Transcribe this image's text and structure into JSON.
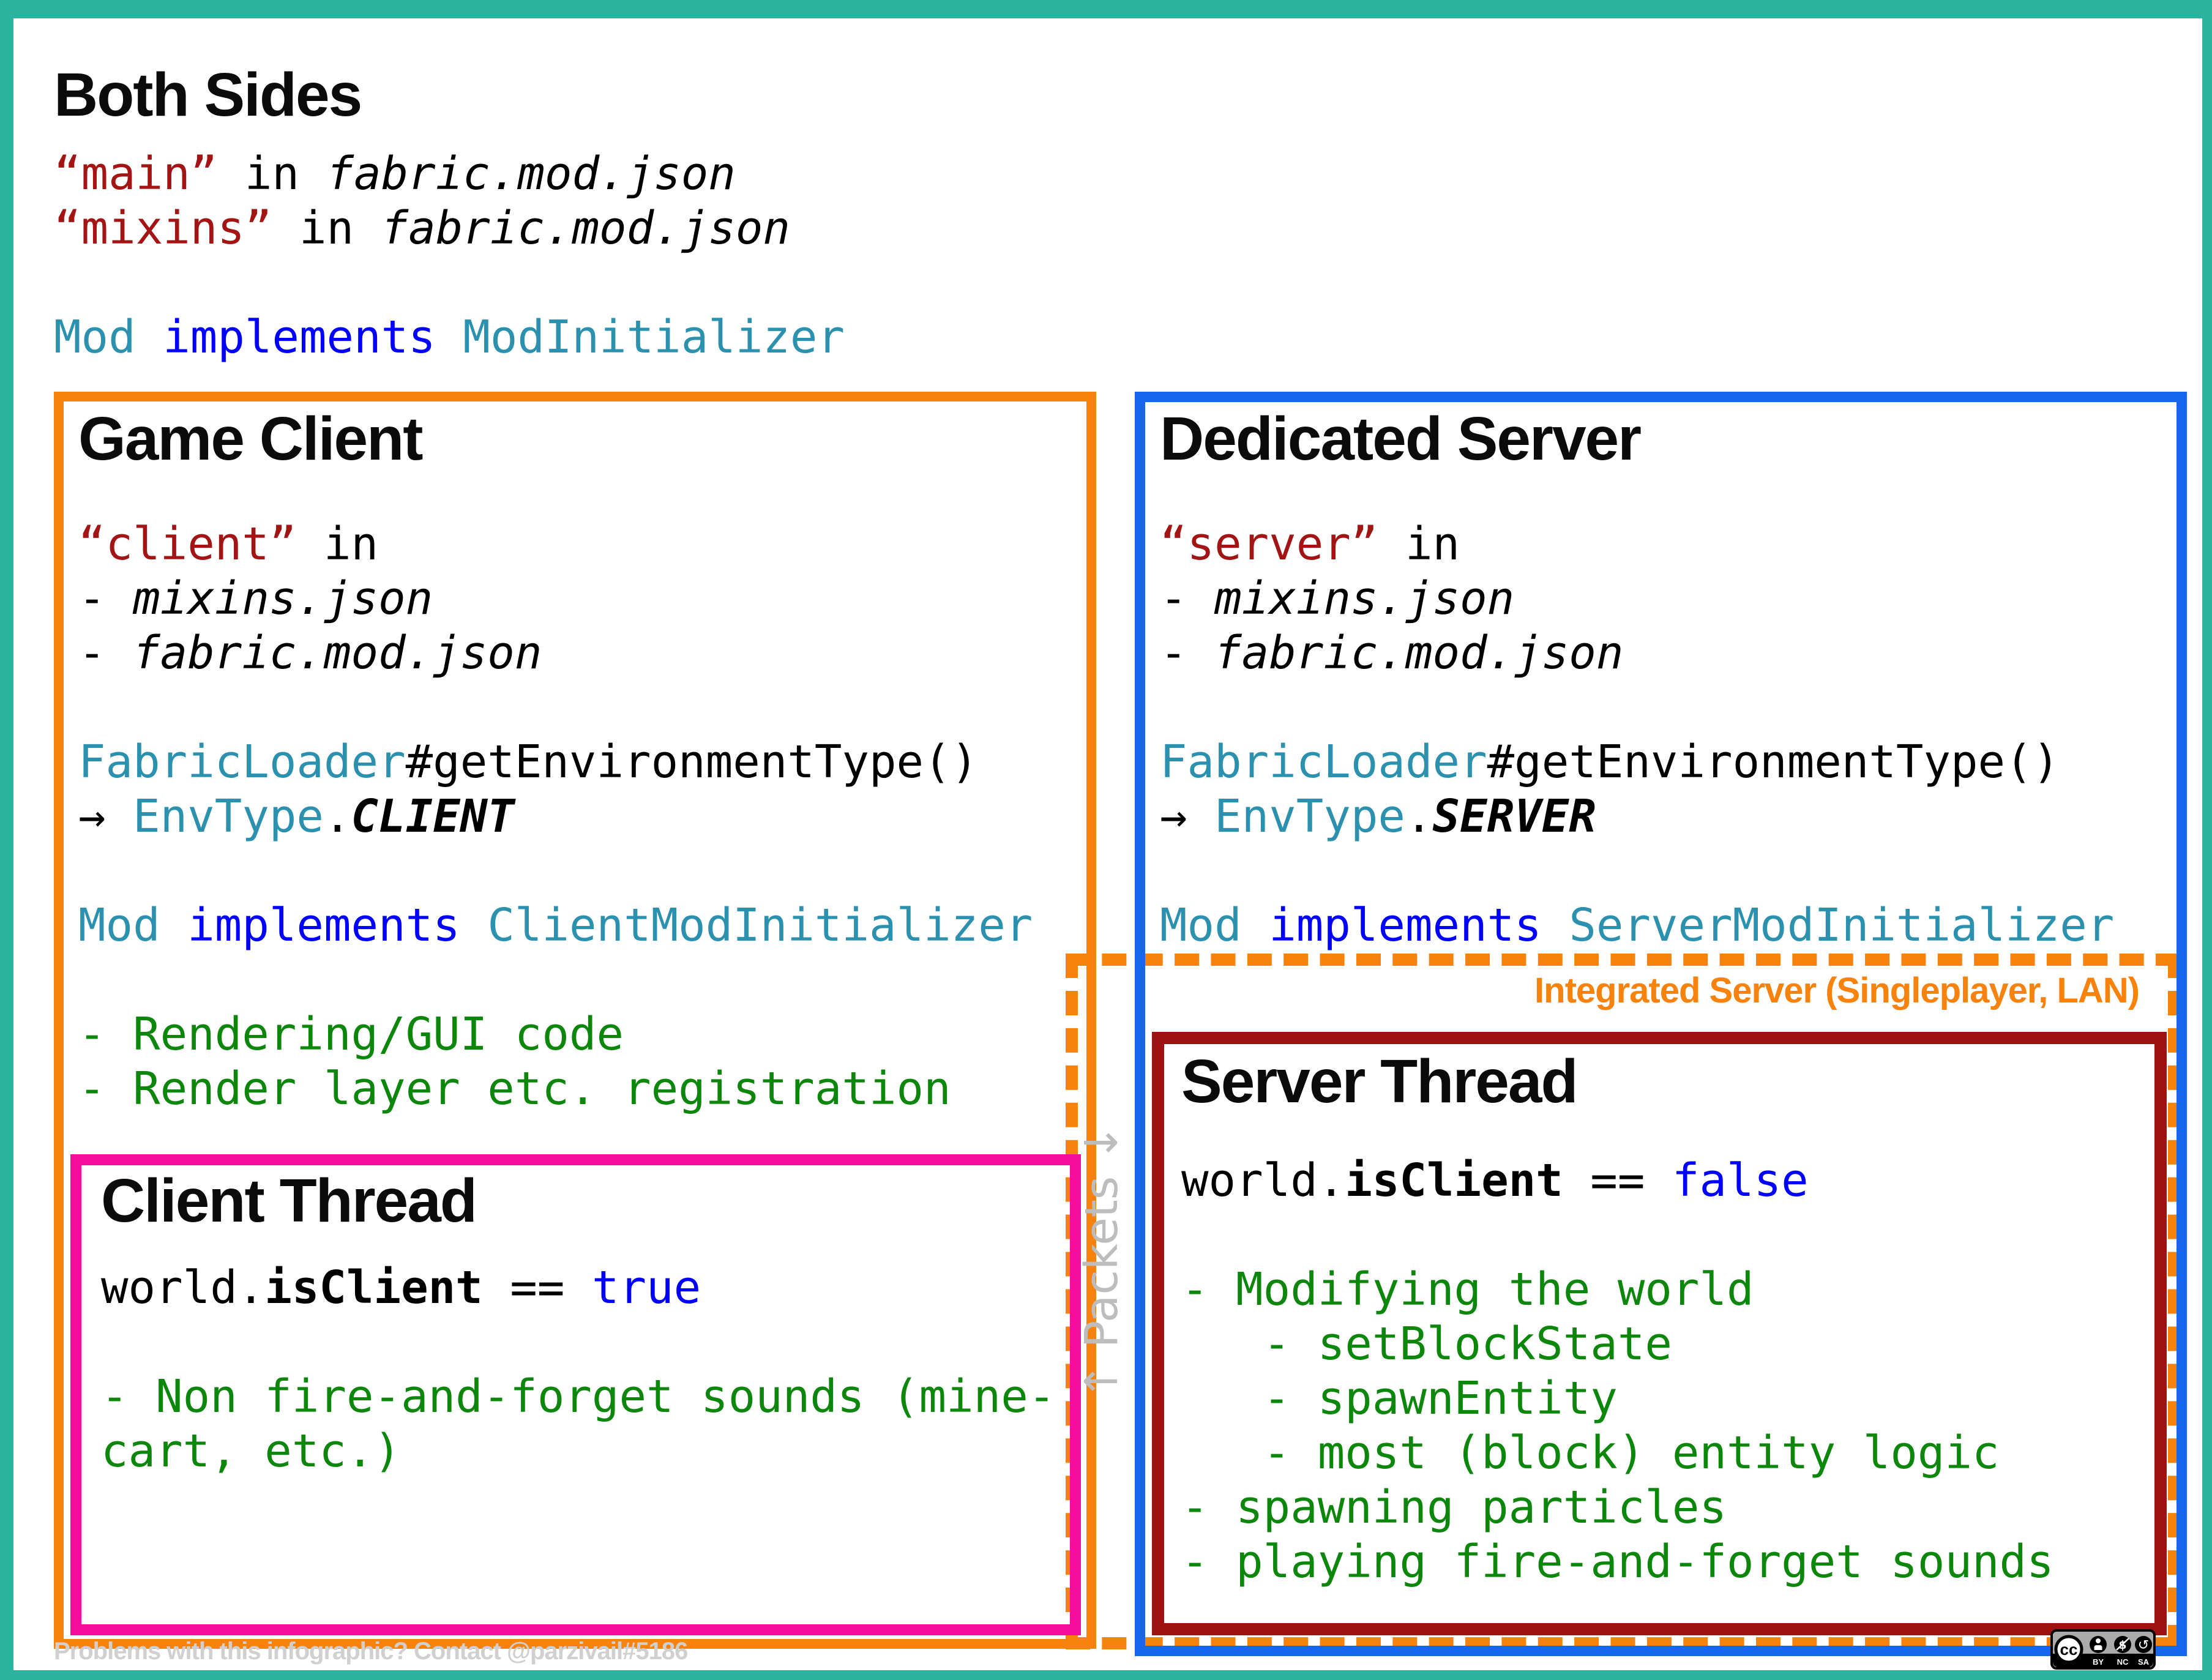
{
  "header": {
    "title": "Both Sides",
    "code": [
      [
        {
          "t": "“main”",
          "cls": "str"
        },
        {
          "t": " in ",
          "cls": ""
        },
        {
          "t": "fabric.mod.json",
          "cls": "it"
        }
      ],
      [
        {
          "t": "“mixins”",
          "cls": "str"
        },
        {
          "t": " in ",
          "cls": ""
        },
        {
          "t": "fabric.mod.json",
          "cls": "it"
        }
      ],
      [],
      [
        {
          "t": "Mod",
          "cls": "type"
        },
        {
          "t": " ",
          "cls": ""
        },
        {
          "t": "implements",
          "cls": "kw"
        },
        {
          "t": " ",
          "cls": ""
        },
        {
          "t": "ModInitializer",
          "cls": "type"
        }
      ]
    ]
  },
  "game_client": {
    "title": "Game Client",
    "code": [
      [
        {
          "t": "“client”",
          "cls": "str"
        },
        {
          "t": " in",
          "cls": ""
        }
      ],
      [
        {
          "t": "- ",
          "cls": ""
        },
        {
          "t": "mixins.json",
          "cls": "it"
        }
      ],
      [
        {
          "t": "- ",
          "cls": ""
        },
        {
          "t": "fabric.mod.json",
          "cls": "it"
        }
      ],
      [],
      [
        {
          "t": "FabricLoader",
          "cls": "type"
        },
        {
          "t": "#getEnvironmentType()",
          "cls": ""
        }
      ],
      [
        {
          "t": "→ ",
          "cls": ""
        },
        {
          "t": "EnvType",
          "cls": "type"
        },
        {
          "t": ".",
          "cls": ""
        },
        {
          "t": "CLIENT",
          "cls": "bi"
        }
      ],
      [],
      [
        {
          "t": "Mod",
          "cls": "type"
        },
        {
          "t": " ",
          "cls": ""
        },
        {
          "t": "implements",
          "cls": "kw"
        },
        {
          "t": " ",
          "cls": ""
        },
        {
          "t": "ClientModInitializer",
          "cls": "type"
        }
      ],
      [],
      [
        {
          "t": "- Rendering/GUI code",
          "cls": "grn"
        }
      ],
      [
        {
          "t": "- Render layer etc. registration",
          "cls": "grn"
        }
      ]
    ]
  },
  "client_thread": {
    "title": "Client Thread",
    "code": [
      [
        {
          "t": "world.",
          "cls": ""
        },
        {
          "t": "isClient",
          "cls": "b"
        },
        {
          "t": " == ",
          "cls": ""
        },
        {
          "t": "true",
          "cls": "kw"
        }
      ],
      [],
      [
        {
          "t": "- Non fire-and-forget sounds (mine-",
          "cls": "grn"
        }
      ],
      [
        {
          "t": "cart, etc.)",
          "cls": "grn"
        }
      ]
    ]
  },
  "dedicated_server": {
    "title": "Dedicated Server",
    "code": [
      [
        {
          "t": "“server”",
          "cls": "str"
        },
        {
          "t": " in",
          "cls": ""
        }
      ],
      [
        {
          "t": "- ",
          "cls": ""
        },
        {
          "t": "mixins.json",
          "cls": "it"
        }
      ],
      [
        {
          "t": "- ",
          "cls": ""
        },
        {
          "t": "fabric.mod.json",
          "cls": "it"
        }
      ],
      [],
      [
        {
          "t": "FabricLoader",
          "cls": "type"
        },
        {
          "t": "#getEnvironmentType()",
          "cls": ""
        }
      ],
      [
        {
          "t": "→ ",
          "cls": ""
        },
        {
          "t": "EnvType",
          "cls": "type"
        },
        {
          "t": ".",
          "cls": ""
        },
        {
          "t": "SERVER",
          "cls": "bi"
        }
      ],
      [],
      [
        {
          "t": "Mod",
          "cls": "type"
        },
        {
          "t": " ",
          "cls": ""
        },
        {
          "t": "implements",
          "cls": "kw"
        },
        {
          "t": " ",
          "cls": ""
        },
        {
          "t": "ServerModInitializer",
          "cls": "type"
        }
      ]
    ]
  },
  "integrated_server": {
    "label": "Integrated Server (Singleplayer, LAN)"
  },
  "server_thread": {
    "title": "Server Thread",
    "code": [
      [
        {
          "t": "world.",
          "cls": ""
        },
        {
          "t": "isClient",
          "cls": "b"
        },
        {
          "t": " == ",
          "cls": ""
        },
        {
          "t": "false",
          "cls": "kw"
        }
      ],
      [],
      [
        {
          "t": "- Modifying the world",
          "cls": "grn"
        }
      ],
      [
        {
          "t": "   - setBlockState",
          "cls": "grn"
        }
      ],
      [
        {
          "t": "   - spawnEntity",
          "cls": "grn"
        }
      ],
      [
        {
          "t": "   - most (block) entity logic",
          "cls": "grn"
        }
      ],
      [
        {
          "t": "- spawning particles",
          "cls": "grn"
        }
      ],
      [
        {
          "t": "- playing fire-and-forget sounds",
          "cls": "grn"
        }
      ]
    ]
  },
  "packets_label": "↑ Packets ↓",
  "footer": "Problems with this infographic? Contact @parzivail#5186",
  "license": {
    "cc_text": "cc",
    "labels": [
      "BY",
      "NC",
      "SA"
    ]
  },
  "colors": {
    "teal_frame": "#2CB3A0",
    "orange": "#F7820D",
    "blue": "#1766EC",
    "pink": "#F70D9E",
    "maroon": "#9E1212",
    "code_string_red": "#A31515",
    "code_type_teal": "#2B91AF",
    "code_keyword_blue": "#0000FF",
    "code_green": "#0C870C",
    "gray_text": "#D0D0D0",
    "gray_label": "#BDBDBD",
    "badge_gray": "#ABABAB"
  }
}
